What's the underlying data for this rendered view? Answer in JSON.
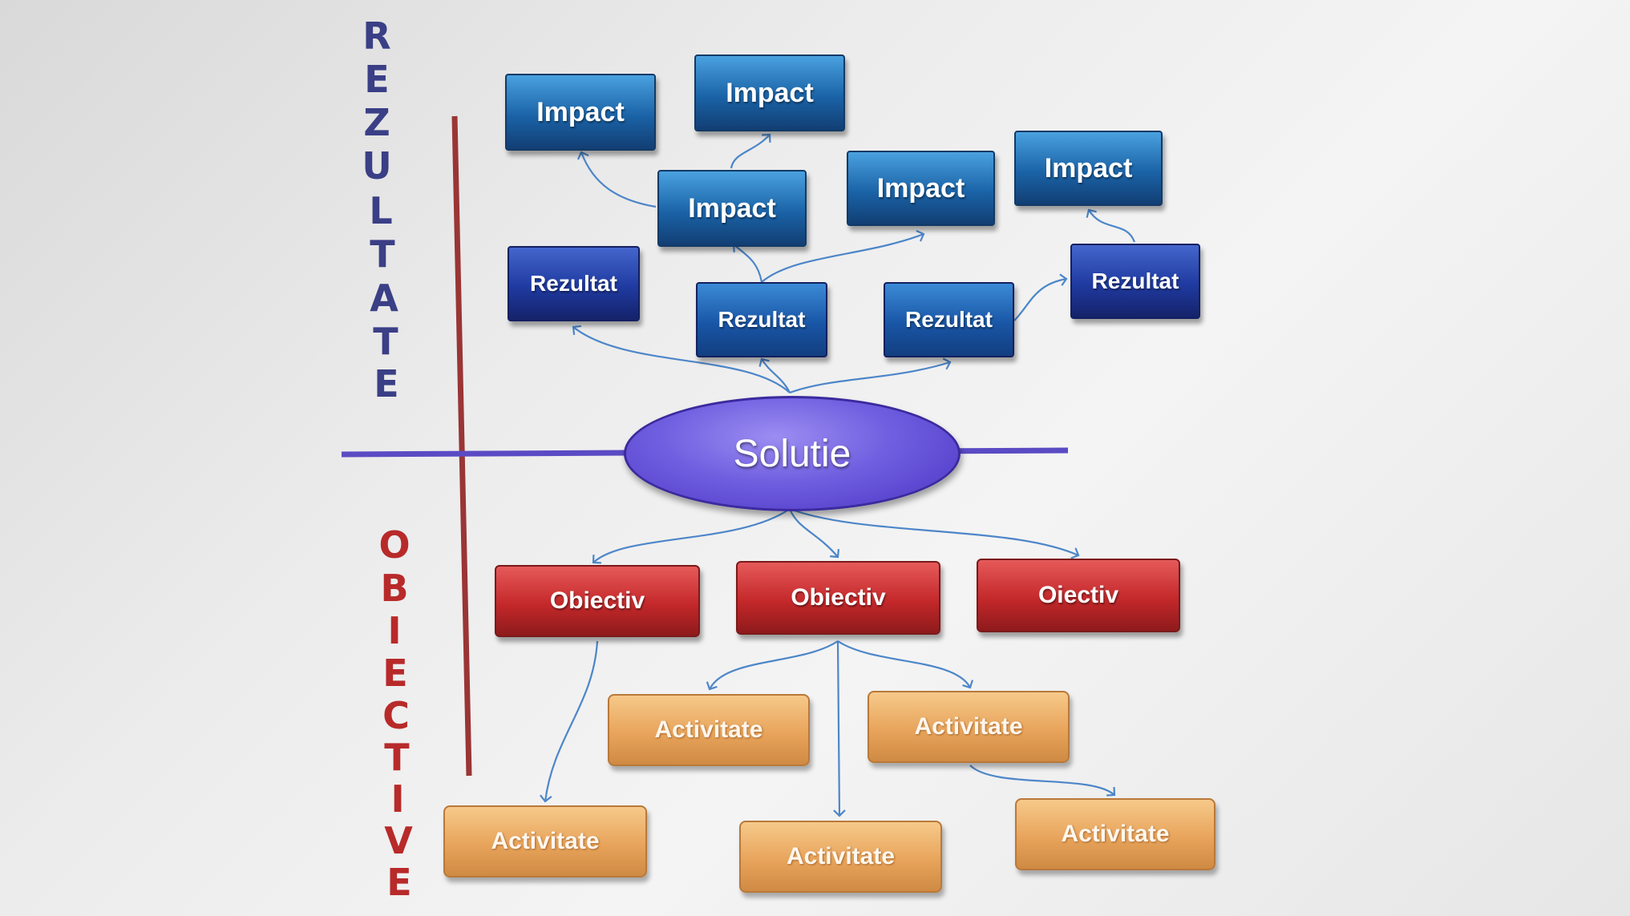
{
  "axis_labels": {
    "top": [
      "R",
      "E",
      "Z",
      "U",
      "L",
      "T",
      "A",
      "T",
      "E"
    ],
    "bottom": [
      "O",
      "B",
      "I",
      "E",
      "C",
      "T",
      "I",
      "V",
      "E"
    ]
  },
  "colors": {
    "vertical_axis": "#9a3535",
    "horizontal_axis": "#5a4bc4",
    "arrow": "#4d86c9"
  },
  "nodes": {
    "impact_1": "Impact",
    "impact_2": "Impact",
    "impact_3": "Impact",
    "impact_4": "Impact",
    "impact_5": "Impact",
    "rezultat_1": "Rezultat",
    "rezultat_2": "Rezultat",
    "rezultat_3": "Rezultat",
    "rezultat_4": "Rezultat",
    "solutie": "Solutie",
    "obiectiv_1": "Obiectiv",
    "obiectiv_2": "Obiectiv",
    "obiectiv_3": "Oiectiv",
    "activitate_1": "Activitate",
    "activitate_2": "Activitate",
    "activitate_3": "Activitate",
    "activitate_4": "Activitate",
    "activitate_5": "Activitate"
  }
}
